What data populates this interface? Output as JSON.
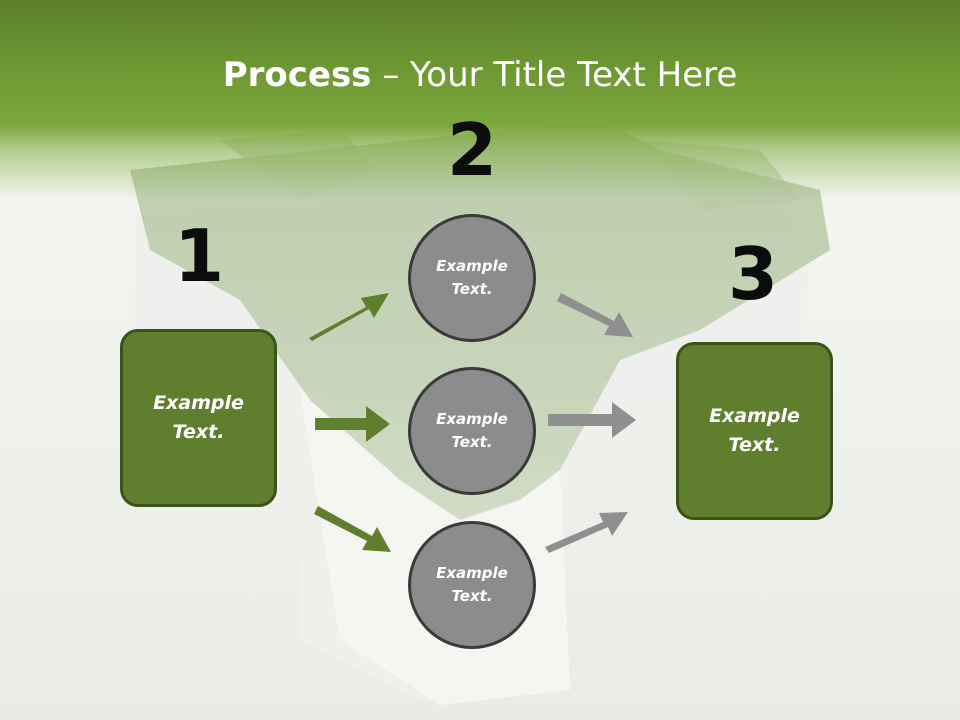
{
  "slide": {
    "title_bold": "Process",
    "title_rest": " – Your Title Text Here"
  },
  "numbers": {
    "one": "1",
    "two": "2",
    "three": "3"
  },
  "boxes": {
    "left": "Example Text.",
    "right": "Example Text."
  },
  "circles": {
    "top": "Example Text.",
    "middle": "Example Text.",
    "bottom": "Example Text."
  },
  "colors": {
    "header_green": "#6e9833",
    "box_fill": "#5f7f2e",
    "box_border": "#3a5418",
    "circle_fill": "#8c8c8c",
    "circle_border": "#3a3a3a",
    "arrow_green": "#5f7f2e",
    "arrow_gray": "#8f8f8f"
  },
  "background": "grass-puzzle-piece-photo"
}
